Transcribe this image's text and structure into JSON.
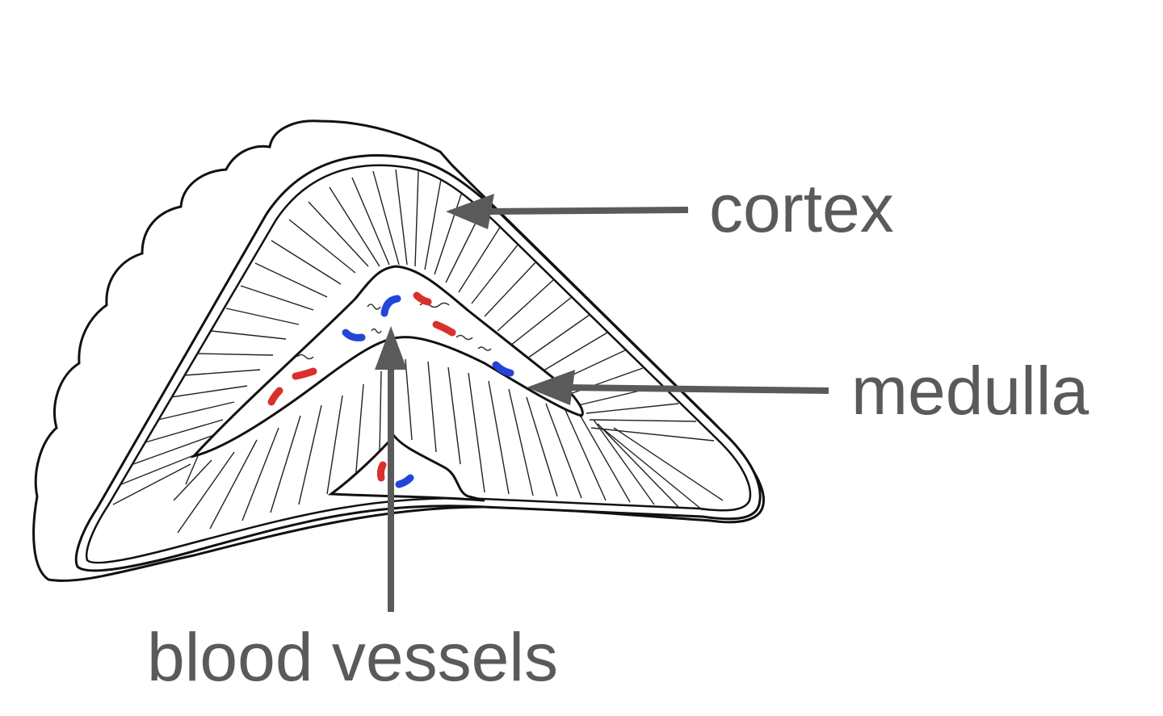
{
  "diagram": {
    "subject": "adrenal gland cross-section",
    "labels": {
      "cortex": "cortex",
      "medulla": "medulla",
      "blood_vessels": "blood vessels"
    },
    "colors": {
      "outline": "#111111",
      "label_text": "#5a5a5a",
      "arrow": "#5a5a5a",
      "artery": "#d9302c",
      "vein": "#2446d8"
    }
  }
}
